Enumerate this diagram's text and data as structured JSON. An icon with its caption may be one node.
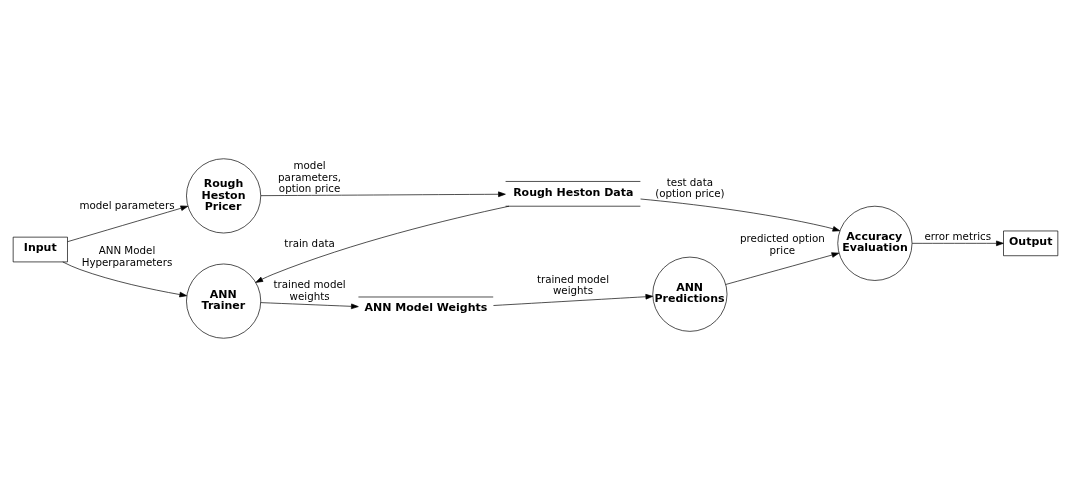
{
  "diagram": {
    "nodes": [
      {
        "text": [
          "Input"
        ]
      },
      {
        "text": [
          "Rough Heston Pricer"
        ]
      },
      {
        "text": [
          "Rough Heston Data"
        ]
      },
      {
        "text": [
          "Accuracy Evaluation"
        ]
      },
      {
        "text": [
          "ANN Trainer"
        ]
      },
      {
        "text": [
          "ANN Predictions"
        ]
      },
      {
        "text": [
          "ANN Model Weights"
        ]
      },
      {
        "text": [
          "Output"
        ]
      }
    ],
    "edges": [
      {
        "from": 0,
        "to": 1,
        "arrow": "to",
        "label": "model parameters"
      },
      {
        "from": 1,
        "to": 2,
        "arrow": "to",
        "label": "model parameters, option price"
      },
      {
        "from": 2,
        "to": 3,
        "arrow": "to",
        "label": "test data (option price)"
      },
      {
        "from": 2,
        "to": 4,
        "arrow": "to",
        "label": "train data"
      },
      {
        "from": 0,
        "to": 4,
        "arrow": "to",
        "label": "ANN Model Hyperparameters"
      },
      {
        "from": 4,
        "to": 6,
        "arrow": "to",
        "label": "trained model weights"
      },
      {
        "from": 6,
        "to": 5,
        "arrow": "to",
        "label": "trained model weights"
      },
      {
        "from": 5,
        "to": 3,
        "arrow": "to",
        "label": "predicted option price"
      },
      {
        "from": 3,
        "to": 7,
        "arrow": "to",
        "label": "error metrics"
      }
    ]
  }
}
